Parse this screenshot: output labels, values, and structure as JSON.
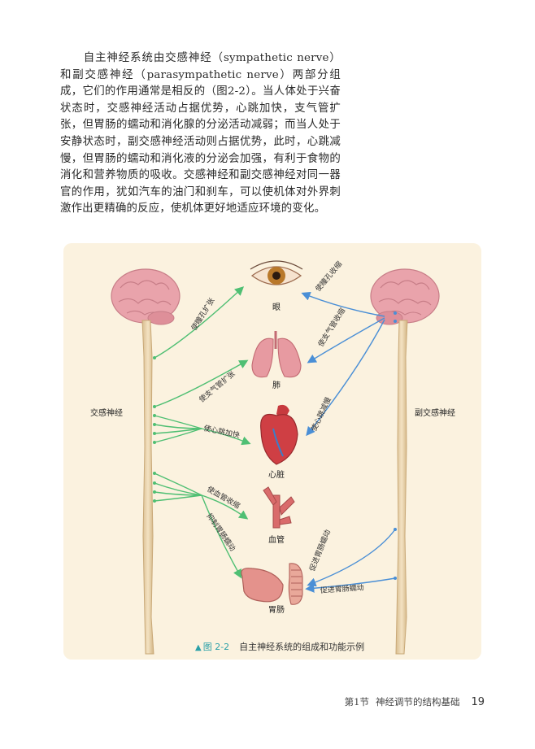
{
  "paragraph": [
    "　　自主神经系统由交感神经（sympathetic nerve）和副交感神经（parasympathetic nerve）两部分组成，它们的作用通常是相反的（图2-2）。当人体处于兴奋状态时，交感神经活动占据优势，心跳加快，支气管扩张，但胃肠的蠕动和消化腺的分泌活动减弱；而当人处于安静状态时，副交感神经活动则占据优势，此时，心跳减慢，但胃肠的蠕动和消化液的分泌会加强，有利于食物的消化和营养物质的吸收。交感神经和副交感神经对同一器官的作用，犹如汽车的油门和刹车，可以使机体对外界刺激作出更精确的反应，使机体更好地适应环境的变化。"
  ],
  "figure": {
    "left_label": "交感神经",
    "right_label": "副交感神经",
    "organs": {
      "eye": "眼",
      "lung": "肺",
      "heart": "心脏",
      "vessel": "血管",
      "gut": "胃肠"
    },
    "sympathetic_effects": {
      "pupil": "使瞳孔扩张",
      "bronchi": "使支气管扩张",
      "heart": "使心跳加快",
      "vessel": "使血管收缩",
      "gut": "抑制胃肠蠕动"
    },
    "parasympathetic_effects": {
      "pupil": "使瞳孔收缩",
      "bronchi": "使支气管收缩",
      "heart": "使心跳减慢",
      "gut_upper": "促进胃肠蠕动",
      "gut_lower": "促进胃肠蠕动"
    },
    "caption_number": "图 2-2",
    "caption_text": "自主神经系统的组成和功能示例",
    "colors": {
      "sympathetic": "#4fbf73",
      "parasympathetic": "#4a8fd6",
      "panel": "#fbf2df",
      "brain": "#e9a3ab",
      "cord": "#e8d2ad"
    }
  },
  "footer": {
    "section": "第1节",
    "title": "神经调节的结构基础",
    "page": "19"
  }
}
